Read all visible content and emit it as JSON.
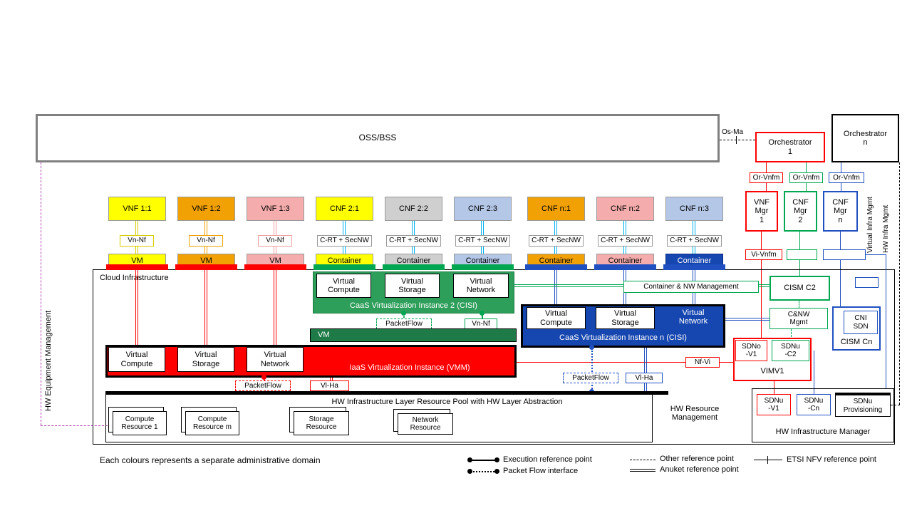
{
  "palette": {
    "yellow": "#ffff00",
    "orange": "#f2a104",
    "pink": "#f4acac",
    "gray": "#cfcfcf",
    "light_blue": "#b4c7e7",
    "blue": "#1646b0",
    "green": "#2e9e5b",
    "dark_green": "#1e7a46",
    "red": "#ff0000",
    "cyan": "#00b0f0",
    "purple": "#b040b0"
  },
  "top": {
    "oss_bss": "OSS/BSS",
    "os_ma": "Os-Ma",
    "orch1": "Orchestrator\n1",
    "orchn": "Orchestrator\nn",
    "or_vnfm": "Or-Vnfm",
    "vnf_mgr1": "VNF\nMgr\n1",
    "cnf_mgr2": "CNF\nMgr\n2",
    "cnf_mgrn": "CNF\nMgr\nn",
    "vi_vnfm": "Vi-Vnfm"
  },
  "side": {
    "virtual_infra": "Virtual Infra Mgmt",
    "hw_infra": "HW Infra Mgmt",
    "hw_equipment": "HW Equipment Management"
  },
  "nf": [
    {
      "label": "VNF 1:1",
      "iface": "Vn-Nf",
      "host": "VM"
    },
    {
      "label": "VNF 1:2",
      "iface": "Vn-Nf",
      "host": "VM"
    },
    {
      "label": "VNF 1:3",
      "iface": "Vn-Nf",
      "host": "VM"
    },
    {
      "label": "CNF 2:1",
      "iface": "C-RT + SecNW",
      "host": "Container"
    },
    {
      "label": "CNF 2:2",
      "iface": "C-RT + SecNW",
      "host": "Container"
    },
    {
      "label": "CNF 2:3",
      "iface": "C-RT + SecNW",
      "host": "Container"
    },
    {
      "label": "CNF n:1",
      "iface": "C-RT + SecNW",
      "host": "Container"
    },
    {
      "label": "CNF n:2",
      "iface": "C-RT + SecNW",
      "host": "Container"
    },
    {
      "label": "CNF n:3",
      "iface": "C-RT + SecNW",
      "host": "Container"
    }
  ],
  "cloud": {
    "title": "Cloud  Infrastructure",
    "caas2": {
      "compute": "Virtual\nCompute",
      "storage": "Virtual\nStorage",
      "network": "Virtual\nNetwork",
      "label": "CaaS Virtualization Instance 2 (CISI)",
      "packetflow": "PacketFlow",
      "vn_nf": "Vn-Nf"
    },
    "vm_bar": "VM",
    "caasn": {
      "compute": "Virtual\nCompute",
      "storage": "Virtual\nStorage",
      "network": "Virtual\nNetwork",
      "label": "CaaS Virtualization Instance n (CISI)",
      "packetflow": "PacketFlow",
      "vl_ha": "Vl-Ha"
    },
    "iaas": {
      "compute": "Virtual\nCompute",
      "storage": "Virtual\nStorage",
      "network": "Virtual\nNetwork",
      "label": "IaaS Virtualization Instance (VMM)",
      "packetflow": "PacketFlow",
      "vl_ha": "Vl-Ha"
    }
  },
  "mgmt": {
    "container_nw": "Container & NW Management",
    "cism_c2": "CISM C2",
    "cnw_mgmt": "C&NW\nMgmt",
    "cni_sdn": "CNI\nSDN",
    "cism_cn": "CISM Cn",
    "sdno_v1": "SDNo\n-V1",
    "sdnu_c2": "SDNu\n-C2",
    "vim_v1": "VIMV1",
    "nf_vi": "Nf-Vi"
  },
  "hw": {
    "pool_label": "HW Infrastructure Layer Resource Pool with HW Layer Abstraction",
    "resources": [
      "Compute\nResource 1",
      "Compute\nResource m",
      "Storage\nResource",
      "Network\nResource"
    ],
    "resource_mgmt": "HW Resource\nManagement",
    "sdnu_v1": "SDNu\n-V1",
    "sdnu_cn": "SDNu\n-Cn",
    "sdnu_prov": "SDNu\nProvisioning",
    "manager": "HW Infrastructure Manager"
  },
  "legend": {
    "note": "Each colours represents a separate administrative domain",
    "execution": "Execution reference point",
    "packet_flow": "Packet Flow interface",
    "other": "Other reference point",
    "anuket": "Anuket reference point",
    "etsi": "ETSI NFV reference point"
  }
}
